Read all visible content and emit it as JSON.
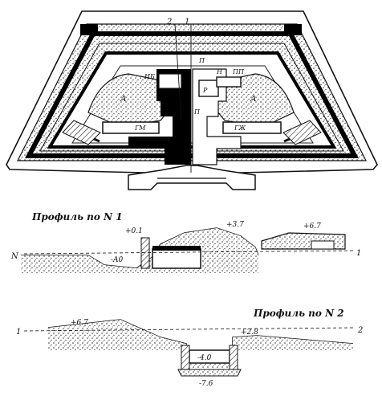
{
  "plan": {
    "section_marks": [
      "2",
      "1"
    ],
    "room_labels": {
      "a_left": "А",
      "a_right": "А",
      "r": "Р",
      "n": "Н",
      "nb": "НБ",
      "p": "П",
      "pp": "ПП",
      "gm": "ГМ",
      "gzh": "ГЖ",
      "p_center": "П"
    }
  },
  "profile1": {
    "title": "Профиль по N 1",
    "left_mark": "N",
    "right_mark": "1",
    "elev_top": "+3.7",
    "elev_left": "+0.1",
    "elev_right": "+6.7",
    "elev_room": "-A0"
  },
  "profile2": {
    "title": "Профиль по N 2",
    "left_mark": "1",
    "right_mark": "2",
    "elev_left": "+6.7",
    "elev_mid": "+2.8",
    "elev_low": "-4.0",
    "elev_bottom": "-7.6"
  }
}
